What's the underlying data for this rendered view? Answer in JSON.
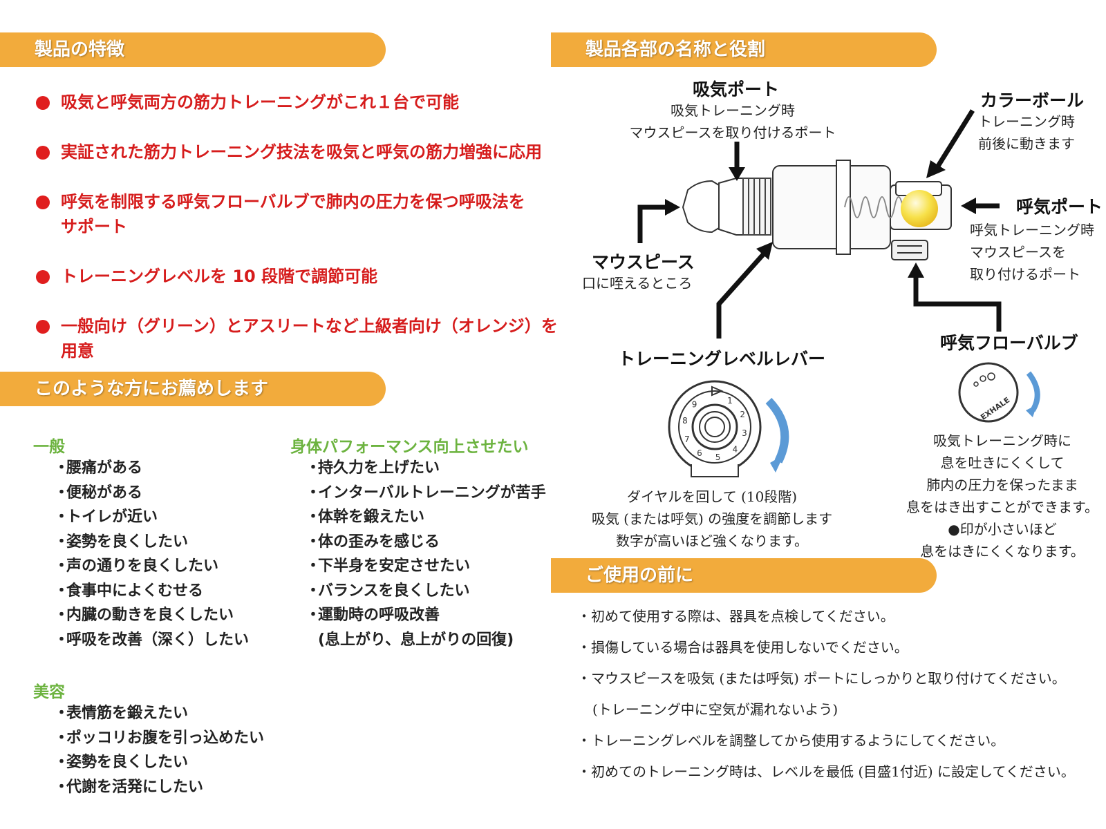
{
  "sections": {
    "features_title": "製品の特徴",
    "recommend_title": "このような方にお薦めします",
    "parts_title": "製品各部の名称と役割",
    "before_use_title": "ご使用の前に"
  },
  "features": [
    {
      "lines": [
        "吸気と呼気両方の筋力トレーニングがこれ１台で可能"
      ]
    },
    {
      "lines": [
        "実証された筋力トレーニング技法を吸気と呼気の筋力増強に応用"
      ]
    },
    {
      "lines": [
        "呼気を制限する呼気フローバルブで肺内の圧力を保つ呼吸法を",
        "サポート"
      ]
    },
    {
      "lines": [
        "トレーニングレベルを 10 段階で調節可能"
      ]
    },
    {
      "lines": [
        "一般向け（グリーン）とアスリートなど上級者向け（オレンジ）を用意"
      ]
    }
  ],
  "recommend": {
    "general": {
      "title": "一般",
      "items": [
        "腰痛がある",
        "便秘がある",
        "トイレが近い",
        "姿勢を良くしたい",
        "声の通りを良くしたい",
        "食事中によくむせる",
        "内臓の動きを良くしたい",
        "呼吸を改善（深く）したい"
      ]
    },
    "performance": {
      "title": "身体パフォーマンス向上させたい",
      "items": [
        "持久力を上げたい",
        "インターバルトレーニングが苦手",
        "体幹を鍛えたい",
        "体の歪みを感じる",
        "下半身を安定させたい",
        "バランスを良くしたい",
        "運動時の呼吸改善"
      ],
      "sub": "(息上がり、息上がりの回復)"
    },
    "beauty": {
      "title": "美容",
      "items": [
        "表情筋を鍛えたい",
        "ポッコリお腹を引っ込めたい",
        "姿勢を良くしたい",
        "代謝を活発にしたい"
      ]
    }
  },
  "parts": {
    "inhale_port": {
      "title": "吸気ポート",
      "desc": [
        "吸気トレーニング時",
        "マウスピースを取り付けるポート"
      ]
    },
    "color_ball": {
      "title": "カラーボール",
      "desc": [
        "トレーニング時",
        "前後に動きます"
      ]
    },
    "exhale_port": {
      "title": "呼気ポート",
      "desc": [
        "呼気トレーニング時",
        "マウスピースを",
        "取り付けるポート"
      ]
    },
    "mouthpiece": {
      "title": "マウスピース",
      "desc": [
        "口に咥えるところ"
      ]
    },
    "level_lever": {
      "title": "トレーニングレベルレバー",
      "desc": [
        "ダイヤルを回して (10段階)",
        "吸気 (または呼気) の強度を調節します",
        "数字が高いほど強くなります。"
      ]
    },
    "flow_valve": {
      "title": "呼気フローバルブ",
      "desc": [
        "吸気トレーニング時に",
        "息を吐きにくくして",
        "肺内の圧力を保ったまま",
        "息をはき出すことができます。",
        "●印が小さいほど",
        "息をはきにくくなります。"
      ]
    }
  },
  "dial_numbers": [
    "1",
    "2",
    "3",
    "4",
    "5",
    "6",
    "7",
    "8",
    "9"
  ],
  "valve_label": "EXHALE",
  "before_use": [
    {
      "text": "・初めて使用する際は、器具を点検してください。"
    },
    {
      "text": "・損傷している場合は器具を使用しないでください。"
    },
    {
      "text": "・マウスピースを吸気 (または呼気) ポートにしっかりと取り付けてください。"
    },
    {
      "text": "(トレーニング中に空気が漏れないよう)",
      "indent": true
    },
    {
      "text": "・トレーニングレベルを調整してから使用するようにしてください。"
    },
    {
      "text": "・初めてのトレーニング時は、レベルを最低 (目盛1付近) に設定してください。"
    }
  ],
  "colors": {
    "banner": "#f2ab3c",
    "feature_text": "#d61c1c",
    "category": "#6cb33f",
    "ball": "#f5d62a",
    "rotate_arrow": "#5b9ad6"
  }
}
